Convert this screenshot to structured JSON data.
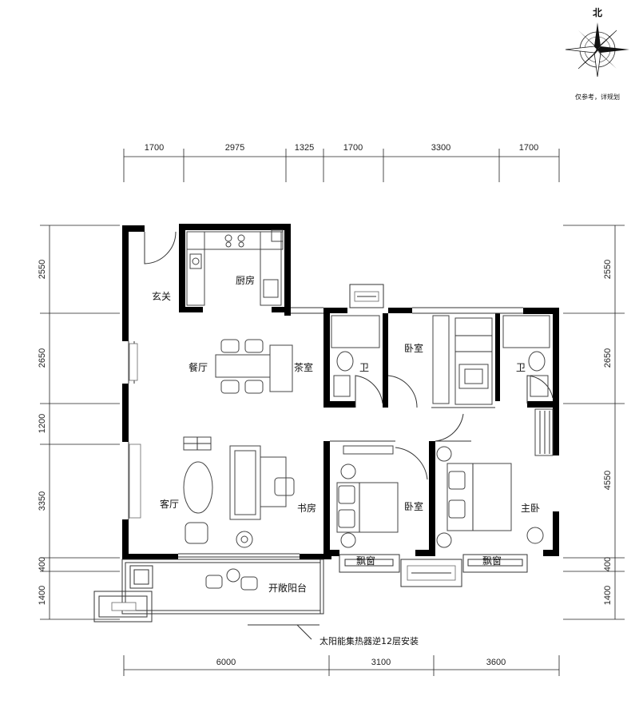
{
  "compass": {
    "north": "北",
    "disclaimer": "仅参考，详规划"
  },
  "rooms": {
    "foyer": "玄关",
    "kitchen": "厨房",
    "dining": "餐厅",
    "tea_room": "茶室",
    "living": "客厅",
    "study": "书房",
    "bathroom_left": "卫",
    "bedroom_top": "卧室",
    "bathroom_right": "卫",
    "bedroom_mid": "卧室",
    "master": "主卧",
    "bay_left": "飘窗",
    "bay_right": "飘窗",
    "balcony": "开敞阳台"
  },
  "note": "太阳能集热器逆12层安装",
  "dims": {
    "top": [
      "1700",
      "2975",
      "1325",
      "1700",
      "3300",
      "1700"
    ],
    "bottom": [
      "6000",
      "3100",
      "3600"
    ],
    "left": [
      "2550",
      "2650",
      "1200",
      "3350",
      "400",
      "1400"
    ],
    "right": [
      "2550",
      "2650",
      "4550",
      "400",
      "1400"
    ]
  }
}
